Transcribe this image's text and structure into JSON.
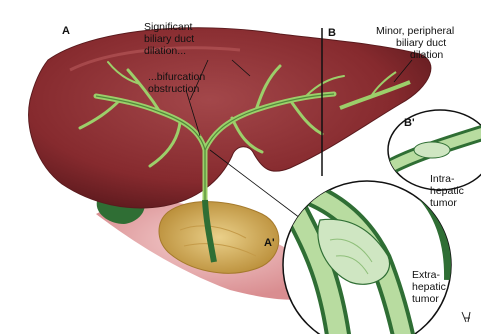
{
  "panels": {
    "a": "A",
    "b": "B",
    "b_prime": "B'",
    "a_prime": "A'"
  },
  "labels": {
    "significant": [
      "Significant",
      "biliary duct",
      "dilation..."
    ],
    "bifurcation": [
      "...bifurcation",
      "obstruction"
    ],
    "minor": [
      "Minor, peripheral",
      "biliary duct",
      "dilation"
    ],
    "intrahepatic": [
      "Intra-",
      "hepatic",
      "tumor"
    ],
    "extrahepatic": [
      "Extra-",
      "hepatic",
      "tumor"
    ]
  },
  "colors": {
    "liver": "#8a2c2f",
    "liver_dark": "#6a1c20",
    "duct": "#9ccf6a",
    "duct_dark": "#3f7a2e",
    "gallbladder": "#2f6e34",
    "pancreas": "#d9a84a",
    "stomach": "#e9a8a8",
    "lens_bg": "#ffffff"
  }
}
